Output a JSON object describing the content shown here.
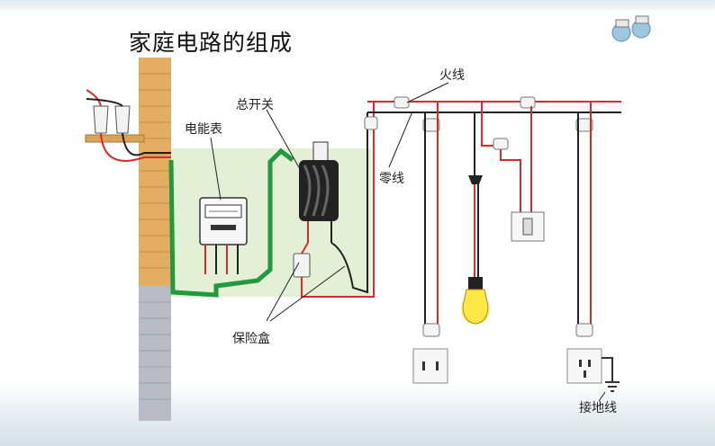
{
  "title": "家庭电路的组成",
  "labels": {
    "live_wire": "火线",
    "main_switch": "总开关",
    "energy_meter": "电能表",
    "neutral_wire": "零线",
    "fuse_box": "保险盒",
    "ground_wire": "接地线"
  },
  "icons": {
    "corner": "binoculars-icon"
  },
  "colors": {
    "live": "#d62b2b",
    "neutral": "#222222",
    "ground": "#1f9a3c",
    "brick": "#e3ae63",
    "gray_brick": "#b9bcc4",
    "panel": "#e4f0d6",
    "bulb": "#ffe74a"
  }
}
